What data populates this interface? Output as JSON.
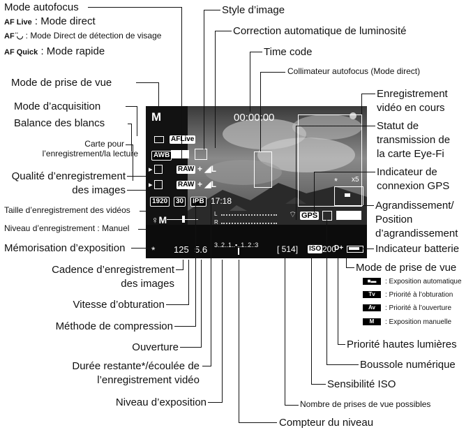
{
  "labels": {
    "mode_autofocus": "Mode autofocus",
    "af_modes": [
      {
        "icon": "AF Live",
        "text": ": Mode direct"
      },
      {
        "icon": "AF ̈◡",
        "text": ": Mode Direct de détection de visage"
      },
      {
        "icon": "AF Quick",
        "text": ": Mode rapide"
      }
    ],
    "style_image": "Style d’image",
    "correction_lum": "Correction automatique de luminosité",
    "time_code": "Time code",
    "collimateur": "Collimateur autofocus (Mode direct)",
    "mode_prise_vue_top": "Mode de prise de vue",
    "enreg_video_l1": "Enregistrement",
    "enreg_video_l2": "vidéo en cours",
    "mode_acquisition": "Mode d’acquisition",
    "statut_l1": "Statut de",
    "statut_l2": "transmission de",
    "statut_l3": "la carte Eye-Fi",
    "balance_blancs": "Balance des blancs",
    "carte_l1": "Carte pour",
    "carte_l2": "l’enregistrement/la lecture",
    "indic_gps_l1": "Indicateur de",
    "indic_gps_l2": "connexion GPS",
    "qualite_l1": "Qualité d’enregistrement",
    "qualite_l2": "des images",
    "agrand_l1": "Agrandissement/",
    "agrand_l2": "Position",
    "agrand_l3": "d’agrandissement",
    "taille_videos": "Taille d’enregistrement des vidéos",
    "niveau_enreg": "Niveau d’enregistrement : Manuel",
    "memo_expo": "Mémorisation d’exposition",
    "indic_batterie": "Indicateur batterie",
    "cadence_l1": "Cadence d’enregistrement",
    "cadence_l2": "des images",
    "mode_prise_vue_bottom": "Mode de prise de vue",
    "expo_modes": [
      {
        "icon": "■▬",
        "text": ": Exposition automatique"
      },
      {
        "icon": "Tv",
        "text": ": Priorité à l’obturation"
      },
      {
        "icon": "Av",
        "text": ": Priorité à l’ouverture"
      },
      {
        "icon": "M",
        "text": ": Exposition manuelle"
      }
    ],
    "vitesse_obturation": "Vitesse d’obturation",
    "methode_compression": "Méthode de compression",
    "priorite_hautes": "Priorité hautes lumières",
    "ouverture": "Ouverture",
    "boussole": "Boussole numérique",
    "duree_l1": "Durée restante*/écoulée de",
    "duree_l2": "l’enregistrement vidéo",
    "sensibilite": "Sensibilité ISO",
    "niveau_expo": "Niveau d’exposition",
    "nombre_prises": "Nombre de prises de vue possibles",
    "compteur_niveau": "Compteur du niveau"
  },
  "screen": {
    "mode": "M",
    "time": "00:00:00",
    "af_badge": "AFLive",
    "wb": "AWB",
    "raw1": "RAW",
    "raw2": "RAW",
    "quality_suffix1": "+ ◢L",
    "quality_suffix2": "+ ◢L",
    "movie_size": "1920",
    "frame_rate": "30",
    "compression": "IPB",
    "elapsed": "17:18",
    "zoom": "x5",
    "shutter": "125",
    "aperture": "5.6",
    "scale": "3..2..1..▪..1..2.:3",
    "shots": "[ 514]",
    "iso_label": "ISO",
    "iso": "200",
    "gps": "GPS",
    "dplus": "D+",
    "lock": "*",
    "star": "*",
    "card1": "▸",
    "card2": "▸"
  }
}
